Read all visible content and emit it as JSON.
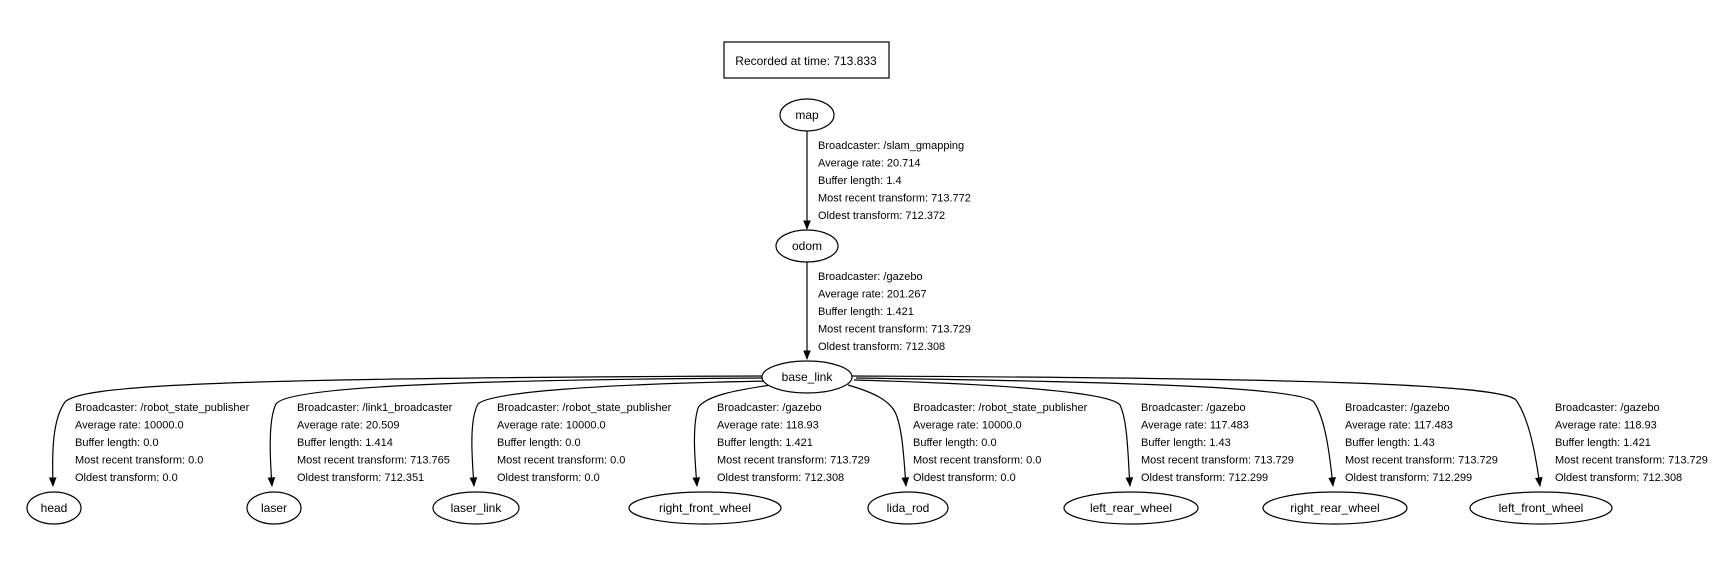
{
  "title": "Recorded at time: 713.833",
  "nodes": {
    "map": "map",
    "odom": "odom",
    "base_link": "base_link",
    "head": "head",
    "laser": "laser",
    "laser_link": "laser_link",
    "right_front_wheel": "right_front_wheel",
    "lida_rod": "lida_rod",
    "left_rear_wheel": "left_rear_wheel",
    "right_rear_wheel": "right_rear_wheel",
    "left_front_wheel": "left_front_wheel"
  },
  "edges": {
    "map_odom": [
      "Broadcaster: /slam_gmapping",
      "Average rate: 20.714",
      "Buffer length: 1.4",
      "Most recent transform: 713.772",
      "Oldest transform: 712.372"
    ],
    "odom_base": [
      "Broadcaster: /gazebo",
      "Average rate: 201.267",
      "Buffer length: 1.421",
      "Most recent transform: 713.729",
      "Oldest transform: 712.308"
    ],
    "base_head": [
      "Broadcaster: /robot_state_publisher",
      "Average rate: 10000.0",
      "Buffer length: 0.0",
      "Most recent transform: 0.0",
      "Oldest transform: 0.0"
    ],
    "base_laser": [
      "Broadcaster: /link1_broadcaster",
      "Average rate: 20.509",
      "Buffer length: 1.414",
      "Most recent transform: 713.765",
      "Oldest transform: 712.351"
    ],
    "base_laser_link": [
      "Broadcaster: /robot_state_publisher",
      "Average rate: 10000.0",
      "Buffer length: 0.0",
      "Most recent transform: 0.0",
      "Oldest transform: 0.0"
    ],
    "base_rfw": [
      "Broadcaster: /gazebo",
      "Average rate: 118.93",
      "Buffer length: 1.421",
      "Most recent transform: 713.729",
      "Oldest transform: 712.308"
    ],
    "base_lida": [
      "Broadcaster: /robot_state_publisher",
      "Average rate: 10000.0",
      "Buffer length: 0.0",
      "Most recent transform: 0.0",
      "Oldest transform: 0.0"
    ],
    "base_lrw": [
      "Broadcaster: /gazebo",
      "Average rate: 117.483",
      "Buffer length: 1.43",
      "Most recent transform: 713.729",
      "Oldest transform: 712.299"
    ],
    "base_rrw": [
      "Broadcaster: /gazebo",
      "Average rate: 117.483",
      "Buffer length: 1.43",
      "Most recent transform: 713.729",
      "Oldest transform: 712.299"
    ],
    "base_lfw": [
      "Broadcaster: /gazebo",
      "Average rate: 118.93",
      "Buffer length: 1.421",
      "Most recent transform: 713.729",
      "Oldest transform: 712.308"
    ]
  }
}
